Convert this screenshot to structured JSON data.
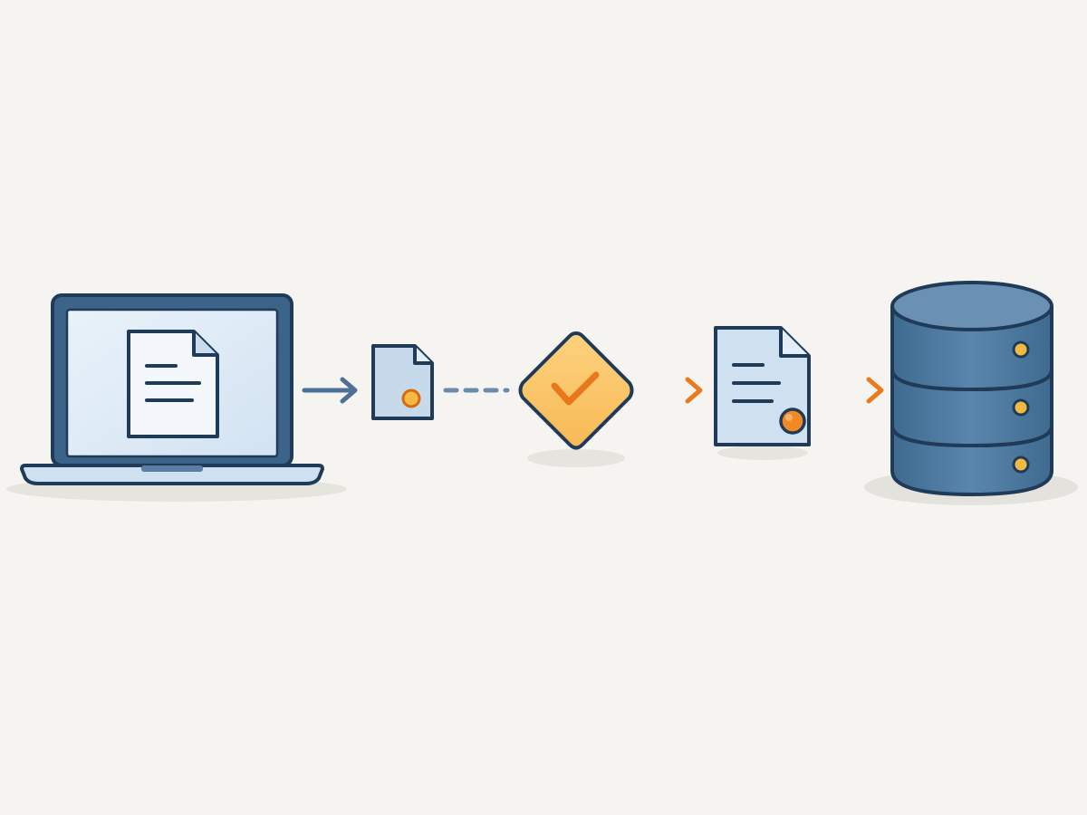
{
  "colors": {
    "background": "#f5f4f0",
    "outline": "#1f3b57",
    "screen_fill": "#d8e6f3",
    "screen_highlight": "#e8f1f9",
    "laptop_body": "#3f6486",
    "laptop_base": "#cfe0f0",
    "paper": "#f3f7fb",
    "doc_blue_fill": "#c8dced",
    "accent_orange": "#f08a24",
    "accent_orange_dark": "#d86a12",
    "dot_yellow": "#f4b942",
    "diamond_fill": "#fbc56a",
    "db_body": "#4d7aa1",
    "db_top": "#6d93b5",
    "shadow": "#e4e2dc",
    "arrow_blue": "#4d7196",
    "dash_blue": "#6a8cab"
  },
  "diagram": {
    "nodes": [
      {
        "id": "source-laptop",
        "icon": "laptop-icon",
        "contains": "document-icon"
      },
      {
        "id": "small-file",
        "icon": "file-icon",
        "badge": "orange-dot"
      },
      {
        "id": "validation",
        "icon": "check-diamond-icon"
      },
      {
        "id": "certified-document",
        "icon": "document-seal-icon"
      },
      {
        "id": "storage",
        "icon": "database-icon",
        "tiers": 3
      }
    ],
    "edges": [
      {
        "from": "source-laptop",
        "to": "small-file",
        "style": "solid",
        "color": "blue"
      },
      {
        "from": "small-file",
        "to": "validation",
        "style": "dashed",
        "color": "blue"
      },
      {
        "from": "validation",
        "to": "certified-document",
        "style": "solid",
        "color": "orange"
      },
      {
        "from": "certified-document",
        "to": "storage",
        "style": "solid",
        "color": "orange"
      }
    ]
  }
}
